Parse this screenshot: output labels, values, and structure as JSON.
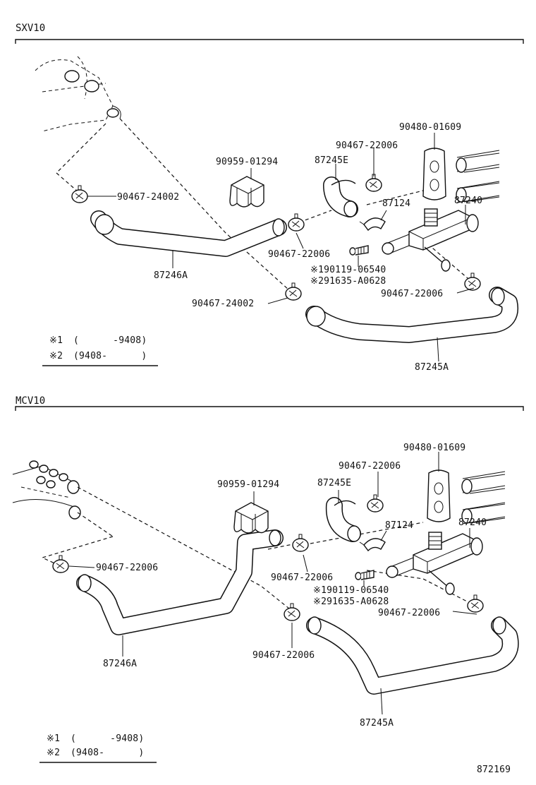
{
  "diagram_id": "872169",
  "sections": [
    {
      "title": "SXV10",
      "labels": {
        "clip_large": "90467-24002",
        "clip_lower": "90467-24002",
        "bracket": "90959-01294",
        "hose_e": "87245E",
        "clip_e": "90467-22006",
        "grommet": "90480-01609",
        "connector": "87124",
        "valve": "87240",
        "clip_mid": "90467-22006",
        "bolt_1": "※190119-06540",
        "bolt_2": "※291635-A0628",
        "clip_right": "90467-22006",
        "hose_a": "87246A",
        "hose_b": "87245A"
      },
      "legend": [
        {
          "mark": "※1",
          "range": "(      -9408)"
        },
        {
          "mark": "※2",
          "range": "(9408-      )"
        }
      ]
    },
    {
      "title": "MCV10",
      "labels": {
        "clip_large": "90467-22006",
        "clip_lower": "90467-22006",
        "bracket": "90959-01294",
        "hose_e": "87245E",
        "clip_e": "90467-22006",
        "grommet": "90480-01609",
        "connector": "87124",
        "valve": "87240",
        "clip_mid": "90467-22006",
        "bolt_1": "※190119-06540",
        "bolt_2": "※291635-A0628",
        "clip_right": "90467-22006",
        "hose_a": "87246A",
        "hose_b": "87245A"
      },
      "legend": [
        {
          "mark": "※1",
          "range": "(      -9408)"
        },
        {
          "mark": "※2",
          "range": "(9408-      )"
        }
      ]
    }
  ]
}
